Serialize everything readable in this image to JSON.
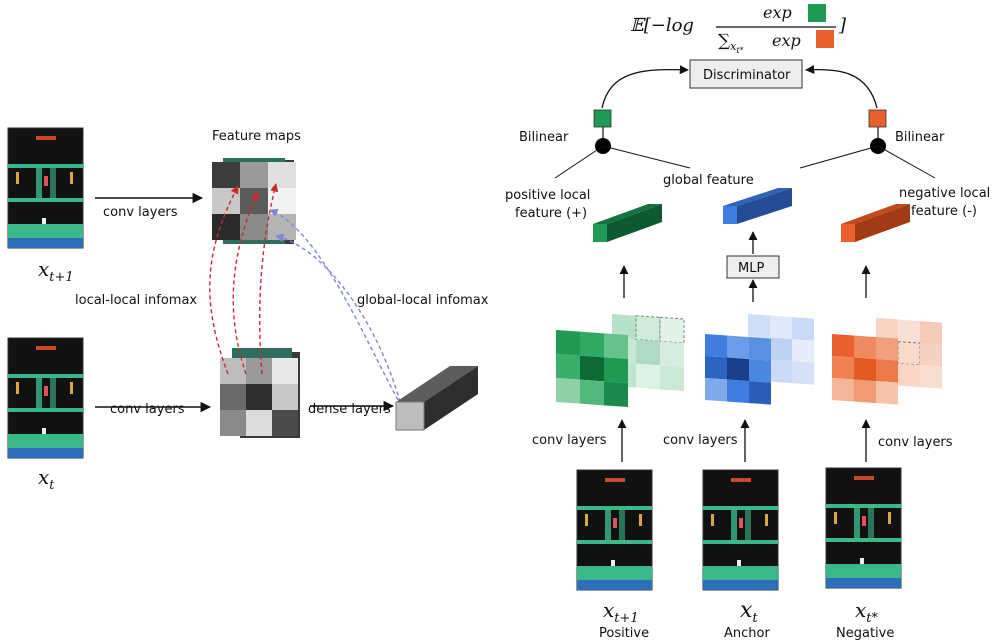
{
  "left": {
    "frame_top_label": {
      "main": "x",
      "sub": "t+1"
    },
    "frame_bottom_label": {
      "main": "x",
      "sub": "t"
    },
    "conv_top": "conv layers",
    "conv_bottom": "conv layers",
    "feature_maps": "Feature maps",
    "local_local": "local-local infomax",
    "global_local": "global-local infomax",
    "dense_layers": "dense layers"
  },
  "right": {
    "loss_prefix": "𝔼[−log",
    "loss_numerator": "exp",
    "loss_denominator_sum": "∑",
    "loss_denominator_sub": "x",
    "loss_denominator_subsub": "t*",
    "loss_denominator_exp": "exp",
    "loss_suffix": "]",
    "discriminator": "Discriminator",
    "bilinear_left": "Bilinear",
    "bilinear_right": "Bilinear",
    "global_feature": "global feature",
    "positive_local_line1": "positive local",
    "positive_local_line2": "feature (+)",
    "negative_local_line1": "negative local",
    "negative_local_line2": "feature (-)",
    "mlp": "MLP",
    "conv_pos": "conv layers",
    "conv_anchor": "conv layers",
    "conv_neg": "conv layers",
    "frame_pos": {
      "main": "x",
      "sub": "t+1",
      "caption": "Positive"
    },
    "frame_anchor": {
      "main": "x",
      "sub": "t",
      "caption": "Anchor"
    },
    "frame_neg": {
      "main": "x",
      "sub": "t*",
      "caption": "Negative"
    }
  },
  "colors": {
    "positive": "#1e9a54",
    "anchor": "#3f7ee0",
    "negative": "#e8612c",
    "red_dash": "#cc2a2a",
    "blue_dash": "#7f86d6"
  }
}
